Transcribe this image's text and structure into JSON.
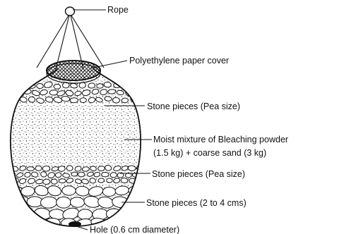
{
  "labels": {
    "rope": "Rope",
    "cover": "Polyethylene paper cover",
    "stone_top": "Stone pieces (Pea size)",
    "mixture_line1": "Moist mixture of Bleaching powder",
    "mixture_line2": "(1.5 kg) + coarse sand (3 kg)",
    "stone_mid": "Stone pieces (Pea size)",
    "stone_large": "Stone pieces (2 to 4 cms)",
    "hole": "Hole (0.6 cm diameter)"
  },
  "colors": {
    "ink": "#111111",
    "background": "#ffffff"
  }
}
